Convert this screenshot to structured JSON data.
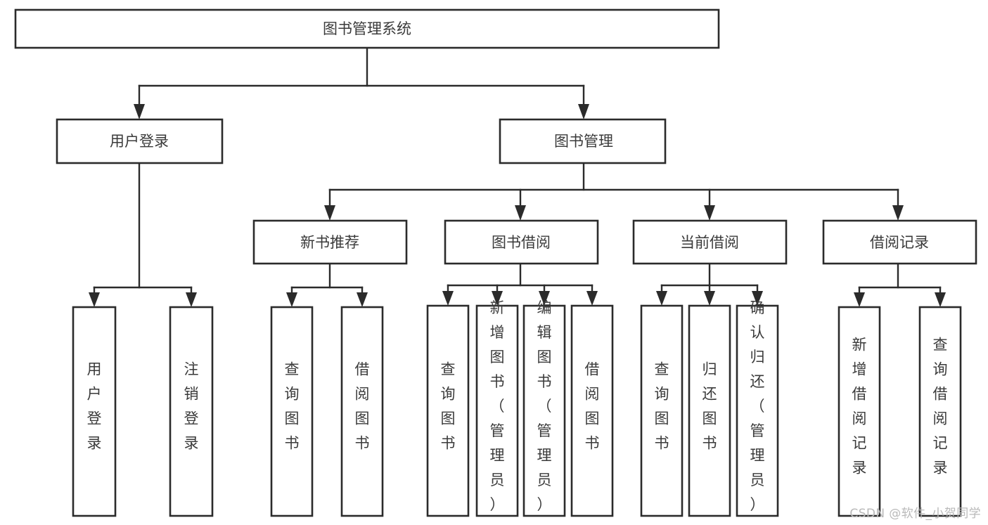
{
  "diagram": {
    "type": "tree-hierarchy",
    "title": "图书管理系统",
    "orientation": "top-down",
    "colors": {
      "box_fill": "#ffffff",
      "box_stroke": "#2b2b2b",
      "text": "#3a3a3a",
      "background": "#ffffff",
      "watermark": "#b9b9b9"
    },
    "root": {
      "label": "图书管理系统",
      "level": 1,
      "text_orientation": "horizontal"
    },
    "level2": [
      {
        "label": "用户登录",
        "text_orientation": "horizontal"
      },
      {
        "label": "图书管理",
        "text_orientation": "horizontal"
      }
    ],
    "level3": [
      {
        "label": "新书推荐",
        "text_orientation": "horizontal",
        "parent": "图书管理"
      },
      {
        "label": "图书借阅",
        "text_orientation": "horizontal",
        "parent": "图书管理"
      },
      {
        "label": "当前借阅",
        "text_orientation": "horizontal",
        "parent": "图书管理"
      },
      {
        "label": "借阅记录",
        "text_orientation": "horizontal",
        "parent": "图书管理"
      }
    ],
    "leaves": {
      "user_login": [
        {
          "label": "用户登录",
          "text_orientation": "vertical"
        },
        {
          "label": "注销登录",
          "text_orientation": "vertical"
        }
      ],
      "new_book_recommend": [
        {
          "label": "查询图书",
          "text_orientation": "vertical"
        },
        {
          "label": "借阅图书",
          "text_orientation": "vertical"
        }
      ],
      "book_borrow": [
        {
          "label": "查询图书",
          "text_orientation": "vertical"
        },
        {
          "label": "新增图书（管理员）",
          "text_orientation": "vertical"
        },
        {
          "label": "编辑图书（管理员）",
          "text_orientation": "vertical"
        },
        {
          "label": "借阅图书",
          "text_orientation": "vertical"
        }
      ],
      "current_borrow": [
        {
          "label": "查询图书",
          "text_orientation": "vertical"
        },
        {
          "label": "归还图书",
          "text_orientation": "vertical"
        },
        {
          "label": "确认归还（管理员）",
          "text_orientation": "vertical"
        }
      ],
      "borrow_record": [
        {
          "label": "新增借阅记录",
          "text_orientation": "vertical"
        },
        {
          "label": "查询借阅记录",
          "text_orientation": "vertical"
        }
      ]
    },
    "watermark": "CSDN @软件_小贺同学"
  }
}
